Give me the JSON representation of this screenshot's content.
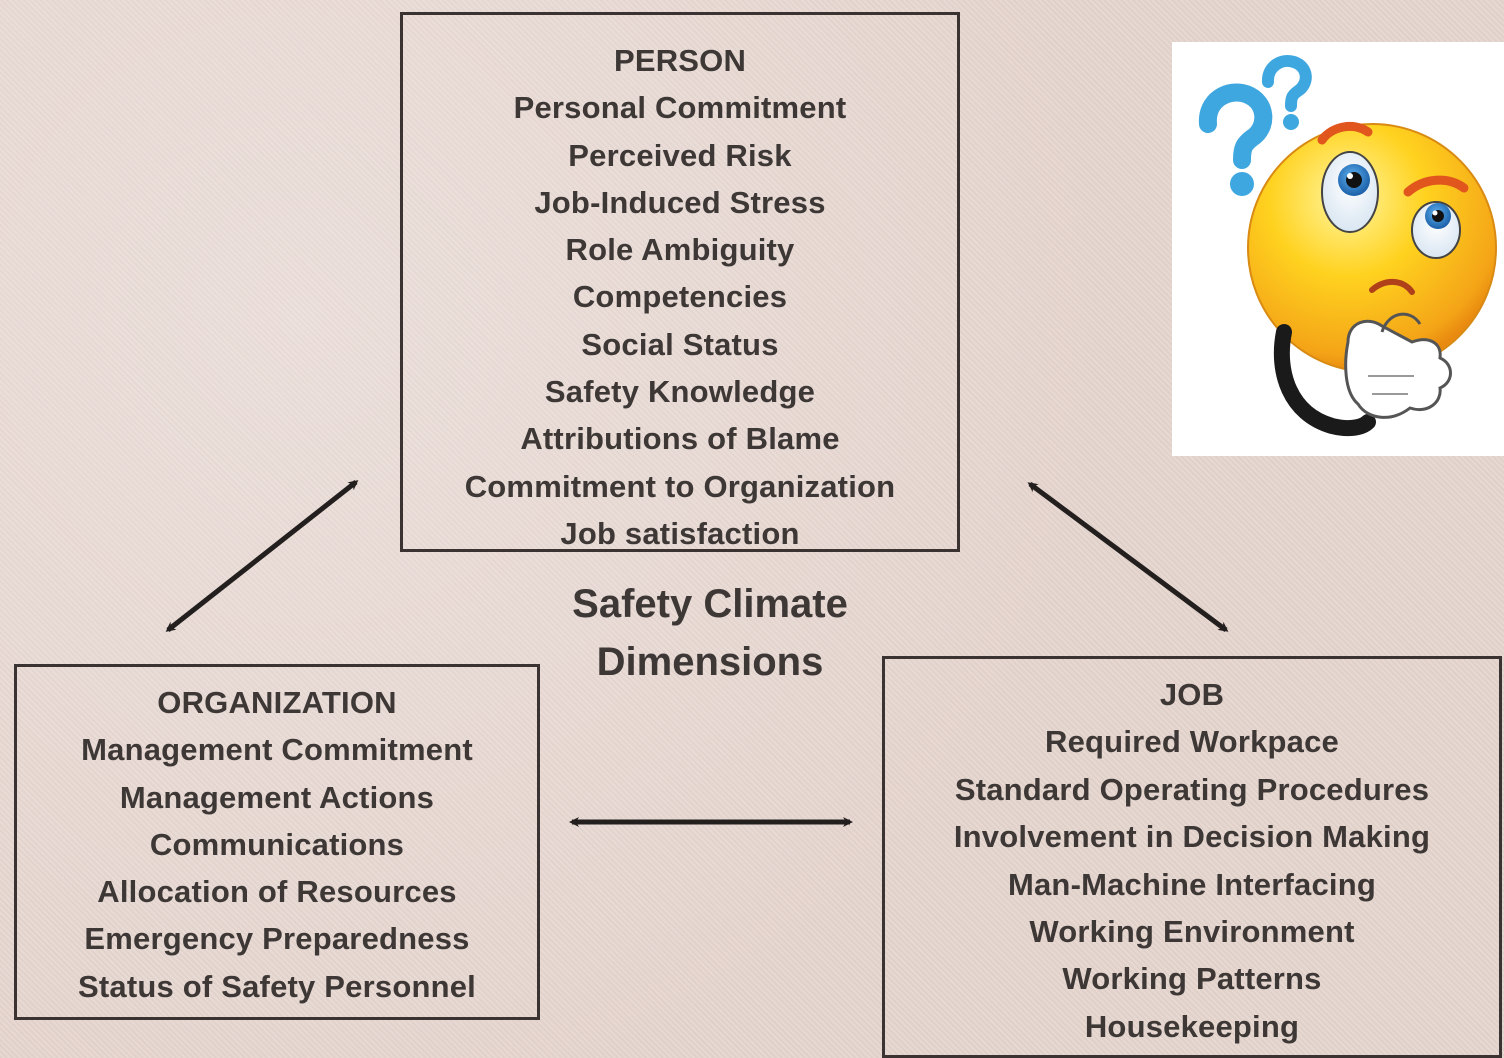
{
  "center_label": {
    "line1": "Safety Climate",
    "line2": "Dimensions"
  },
  "person": {
    "title": "PERSON",
    "items": [
      "Personal Commitment",
      "Perceived Risk",
      "Job-Induced Stress",
      "Role Ambiguity",
      "Competencies",
      "Social Status",
      "Safety Knowledge",
      "Attributions of Blame",
      "Commitment to Organization",
      "Job satisfaction"
    ]
  },
  "organization": {
    "title": "ORGANIZATION",
    "items": [
      "Management Commitment",
      "Management Actions",
      "Communications",
      "Allocation of Resources",
      "Emergency Preparedness",
      "Status of Safety Personnel"
    ]
  },
  "job": {
    "title": "JOB",
    "items": [
      "Required Workpace",
      "Standard Operating Procedures",
      "Involvement in Decision Making",
      "Man-Machine Interfacing",
      "Working Environment",
      "Working Patterns",
      "Housekeeping"
    ]
  },
  "colors": {
    "background": "#e6d6d0",
    "text": "#3d3836",
    "border": "#3a3331",
    "emoji_face": "#ffd21f",
    "question_mark": "#3fa7e0"
  },
  "icons": [
    "thinking-face-icon",
    "question-mark-icon",
    "double-arrow-icon"
  ]
}
